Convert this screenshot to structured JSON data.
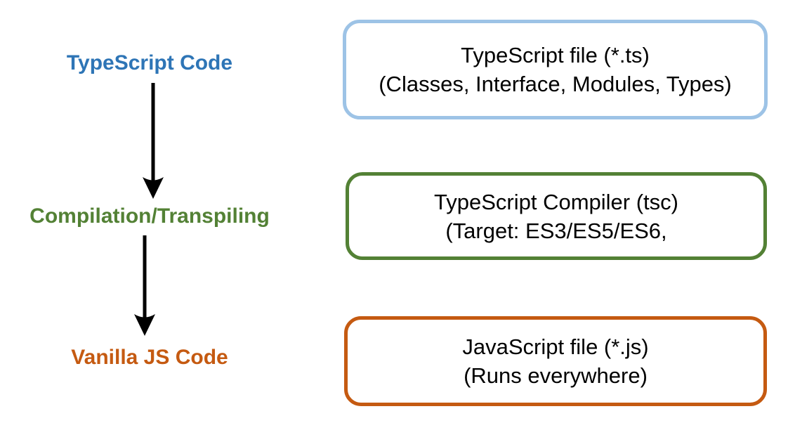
{
  "diagram": {
    "background": "#FFFFFF",
    "arrow_color": "#000000",
    "stages": [
      {
        "label": "TypeScript Code",
        "label_color": "#2E75B6",
        "box": {
          "line1": "TypeScript file (*.ts)",
          "line2": "(Classes, Interface, Modules, Types)",
          "border_color": "#9DC3E6"
        }
      },
      {
        "label": "Compilation/Transpiling",
        "label_color": "#538135",
        "box": {
          "line1": "TypeScript Compiler (tsc)",
          "line2": "(Target: ES3/ES5/ES6,",
          "border_color": "#538135"
        }
      },
      {
        "label": "Vanilla JS Code",
        "label_color": "#C55A11",
        "box": {
          "line1": "JavaScript file (*.js)",
          "line2": "(Runs everywhere)",
          "border_color": "#C55A11"
        }
      }
    ]
  }
}
